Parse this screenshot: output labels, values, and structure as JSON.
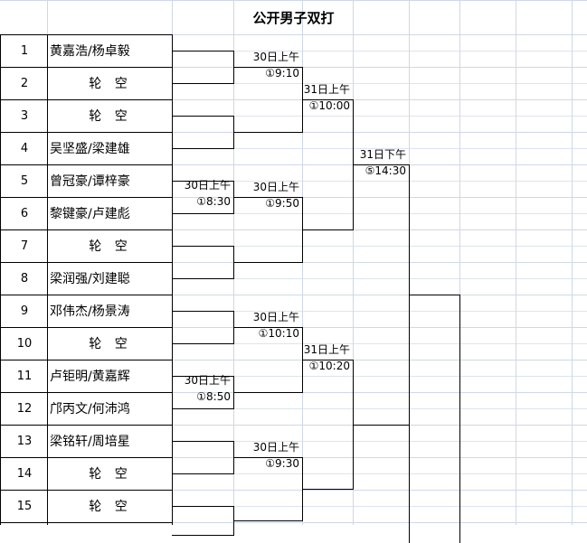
{
  "title": "公开男子双打",
  "entries": [
    {
      "no": "1",
      "name": "黄嘉浩/杨卓毅"
    },
    {
      "no": "2",
      "name": "轮 空"
    },
    {
      "no": "3",
      "name": "轮 空"
    },
    {
      "no": "4",
      "name": "吴坚盛/梁建雄"
    },
    {
      "no": "5",
      "name": "曾冠豪/谭梓豪"
    },
    {
      "no": "6",
      "name": "黎键豪/卢建彪"
    },
    {
      "no": "7",
      "name": "轮 空"
    },
    {
      "no": "8",
      "name": "梁润强/刘建聪"
    },
    {
      "no": "9",
      "name": "邓伟杰/杨景涛"
    },
    {
      "no": "10",
      "name": "轮 空"
    },
    {
      "no": "11",
      "name": "卢钜明/黄嘉辉"
    },
    {
      "no": "12",
      "name": "邝丙文/何沛鸿"
    },
    {
      "no": "13",
      "name": "梁铭轩/周培星"
    },
    {
      "no": "14",
      "name": "轮 空"
    },
    {
      "no": "15",
      "name": "轮 空"
    }
  ],
  "matches": [
    {
      "date": "30日上午",
      "time": "①9:10"
    },
    {
      "date": "30日上午",
      "time": "①8:30"
    },
    {
      "date": "30日上午",
      "time": "①9:50"
    },
    {
      "date": "30日上午",
      "time": "①10:10"
    },
    {
      "date": "30日上午",
      "time": "①8:50"
    },
    {
      "date": "30日上午",
      "time": "①9:30"
    },
    {
      "date": "31日上午",
      "time": "①10:00"
    },
    {
      "date": "31日上午",
      "time": "①10:20"
    },
    {
      "date": "31日下午",
      "time": "⑤14:30"
    }
  ]
}
